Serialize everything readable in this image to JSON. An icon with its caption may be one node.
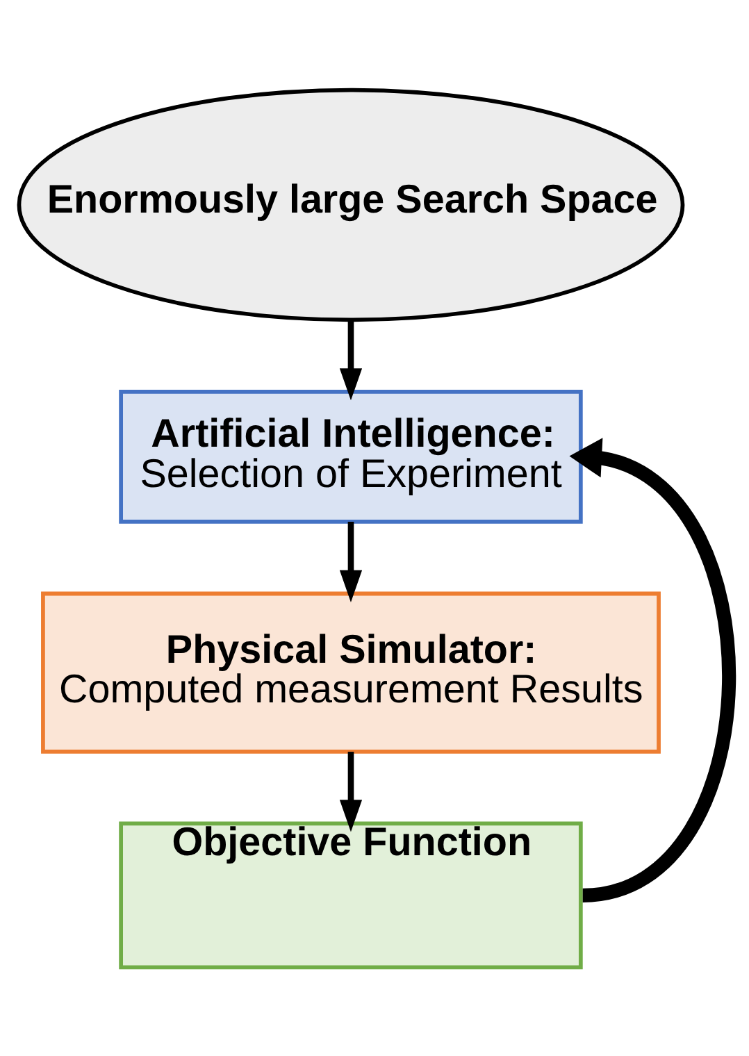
{
  "diagram": {
    "nodes": [
      {
        "text": [
          "Enormously large Search Space"
        ]
      },
      {
        "text": [
          "Artificial Intelligence:",
          "Selection of Experiment"
        ]
      },
      {
        "text": [
          "Physical Simulator:",
          "Computed measurement Results"
        ]
      },
      {
        "text": [
          "Objective Function"
        ]
      }
    ],
    "edges": [
      {
        "from": 0,
        "to": 1,
        "arrow": "to"
      },
      {
        "from": 1,
        "to": 2,
        "arrow": "to"
      },
      {
        "from": 2,
        "to": 3,
        "arrow": "to"
      },
      {
        "from": 3,
        "to": 1,
        "arrow": "to",
        "style": "thick"
      }
    ]
  }
}
